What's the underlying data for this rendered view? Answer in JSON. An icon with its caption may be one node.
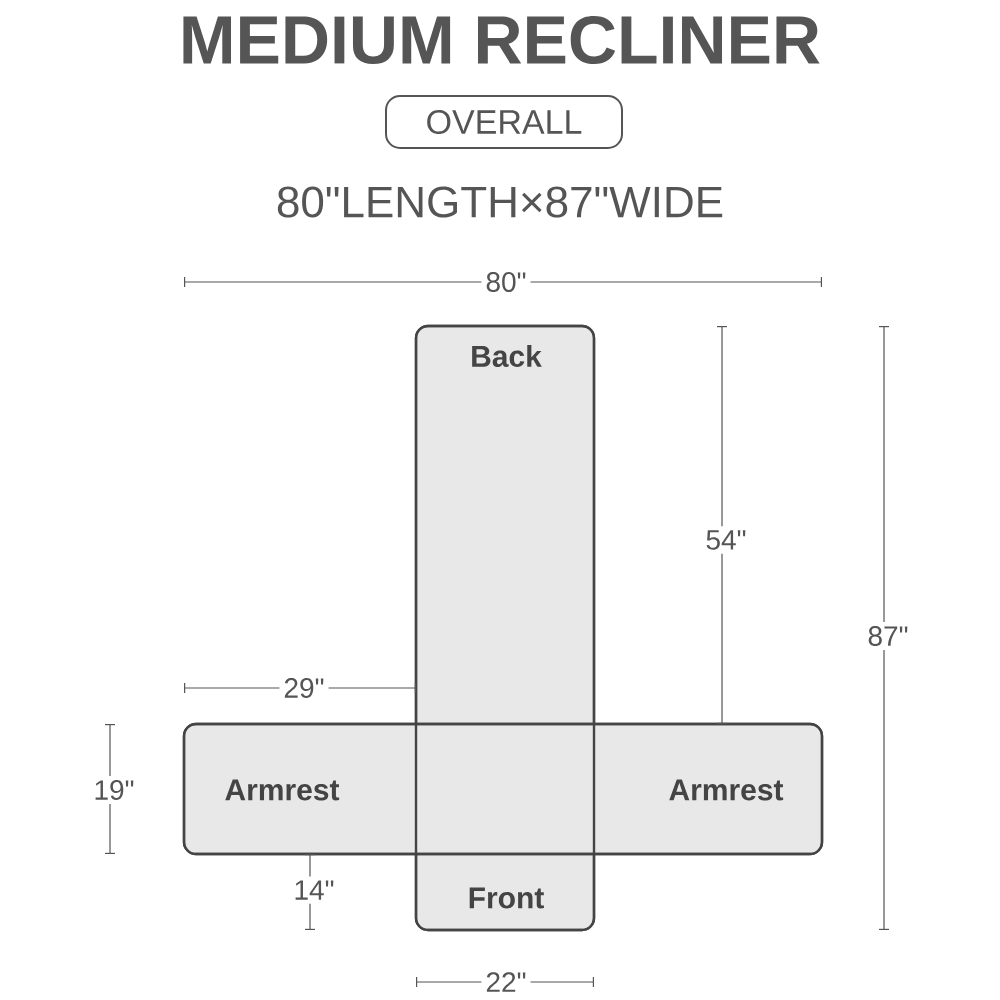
{
  "diagram": {
    "title": "MEDIUM RECLINER",
    "nodes": [
      {
        "text": [
          "OVERALL"
        ]
      },
      {
        "text": [
          "Back",
          "Front"
        ]
      },
      {
        "text": [
          "Armrest",
          "Armrest"
        ]
      }
    ],
    "edges": [],
    "labels": [
      "80\"LENGTH×87\"WIDE",
      "80\"",
      "54\"",
      "87\"",
      "29\"",
      "19\"",
      "14\"",
      "22\""
    ]
  }
}
